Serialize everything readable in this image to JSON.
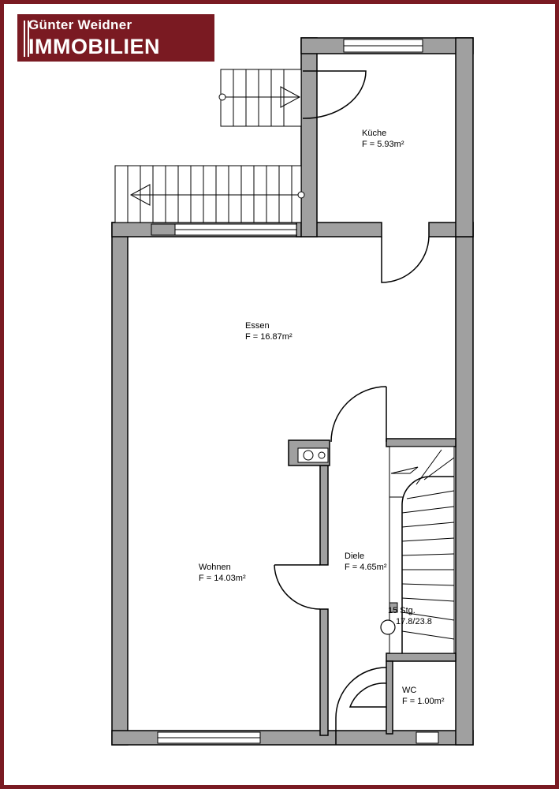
{
  "brand": {
    "name": "Günter Weidner",
    "type": "IMMOBILIEN",
    "color": "#7a1a22"
  },
  "rooms": [
    {
      "id": "kueche",
      "name": "Küche",
      "area": "F = 5.93m²"
    },
    {
      "id": "essen",
      "name": "Essen",
      "area": "F = 16.87m²"
    },
    {
      "id": "wohnen",
      "name": "Wohnen",
      "area": "F = 14.03m²"
    },
    {
      "id": "diele",
      "name": "Diele",
      "area": "F = 4.65m²"
    },
    {
      "id": "wc",
      "name": "WC",
      "area": "F = 1.00m²"
    }
  ],
  "stair": {
    "steps": "15 Stg.",
    "ratio": "17.8/23.8"
  },
  "colors": {
    "wall": "#a0a0a0",
    "outline": "#000000"
  }
}
